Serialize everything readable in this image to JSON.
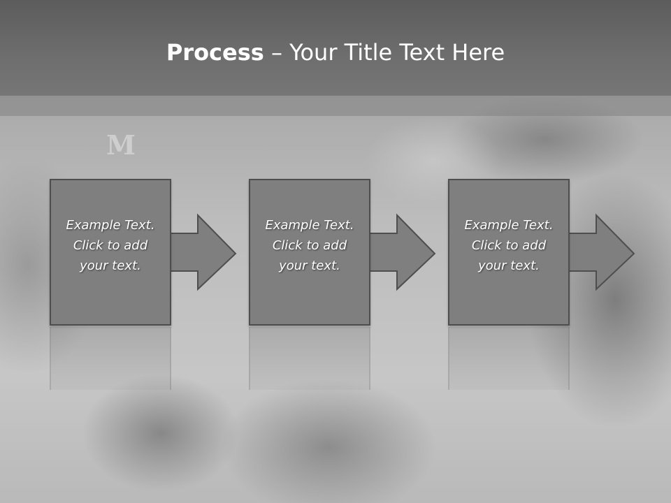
{
  "slide": {
    "title_bold": "Process",
    "title_rest": " – Your Title Text Here",
    "background_logo_letter": "M"
  },
  "steps": [
    {
      "line1": "Example Text.",
      "line2": "Click  to add",
      "line3": "your text."
    },
    {
      "line1": "Example Text.",
      "line2": "Click  to add",
      "line3": "your text."
    },
    {
      "line1": "Example Text.",
      "line2": "Click  to add",
      "line3": "your text."
    }
  ],
  "colors": {
    "header": "#6e6e6e",
    "box_fill": "#7f7f7f",
    "box_border": "#4e4e4e",
    "title_text": "#ffffff"
  }
}
